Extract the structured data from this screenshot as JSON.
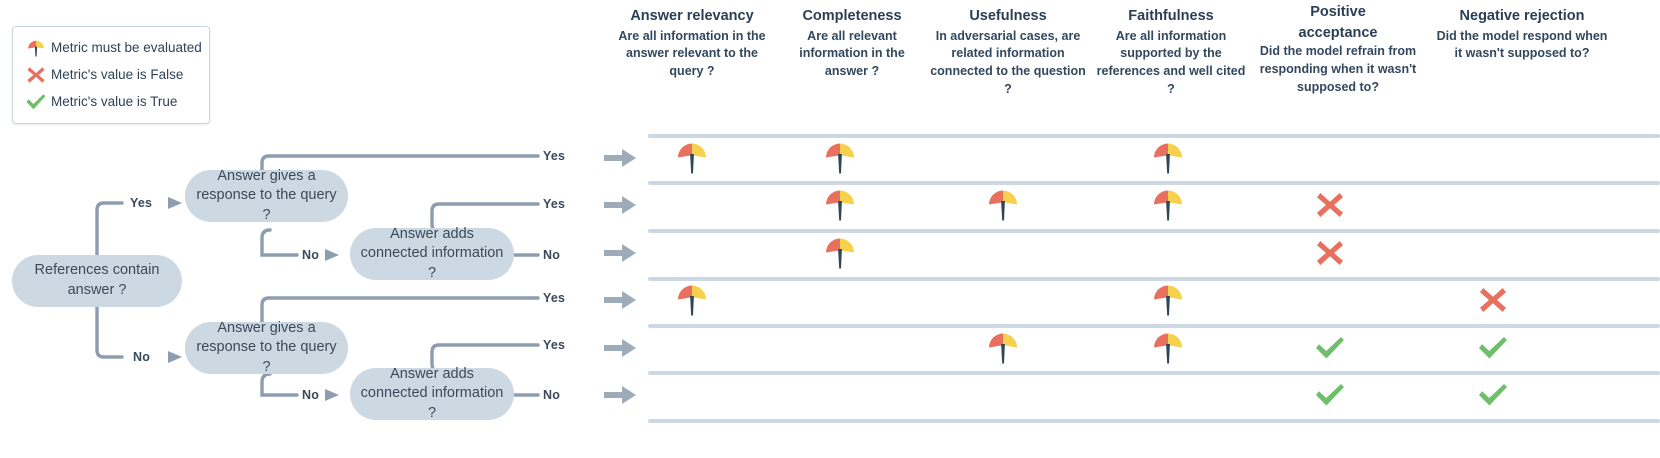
{
  "legend": {
    "items": [
      {
        "icon": "gauge-icon",
        "label": "Metric must be evaluated"
      },
      {
        "icon": "cross-icon",
        "label": "Metric's value is False"
      },
      {
        "icon": "check-icon",
        "label": "Metric's value is True"
      }
    ]
  },
  "colors": {
    "node_fill": "#ccd8e2",
    "connector": "#8d9dae",
    "separator": "#ccd9e4",
    "text_dark": "#2a3f55",
    "gauge_red": "#e8705f",
    "gauge_yellow": "#f5d14e",
    "gauge_needle": "#2d4757",
    "cross_red": "#e8705f",
    "check_green": "#6fbf6a"
  },
  "flowchart": {
    "nodes": [
      {
        "id": "root",
        "label": "References contain answer ?"
      },
      {
        "id": "t-resp",
        "label": "Answer gives a response to the query ?"
      },
      {
        "id": "t-add",
        "label": "Answer adds connected information ?"
      },
      {
        "id": "b-resp",
        "label": "Answer gives a response to the query ?"
      },
      {
        "id": "b-add",
        "label": "Answer adds connected information ?"
      }
    ],
    "edge_labels": {
      "root_yes": "Yes",
      "root_no": "No",
      "t_resp_yes": "Yes",
      "t_resp_no": "No",
      "t_add_yes": "Yes",
      "t_add_no": "No",
      "b_resp_yes": "Yes",
      "b_resp_no": "No",
      "b_add_yes": "Yes",
      "b_add_no": "No"
    }
  },
  "matrix": {
    "columns": [
      {
        "title": "Answer relevancy",
        "subtitle": "Are all information in the answer relevant to the query ?"
      },
      {
        "title": "Completeness",
        "subtitle": "Are all relevant information in the answer ?"
      },
      {
        "title": "Usefulness",
        "subtitle": "In adversarial cases, are related information connected to the question ?"
      },
      {
        "title": "Faithfulness",
        "subtitle": "Are all information supported by the references and well cited ?"
      },
      {
        "title": "Positive acceptance",
        "subtitle": "Did the model refrain from responding when it wasn't supposed to?"
      },
      {
        "title": "Negative rejection",
        "subtitle": "Did the model respond when it wasn't supposed to?"
      }
    ],
    "rows": [
      {
        "cells": [
          "gauge",
          "gauge",
          "",
          "gauge",
          "",
          ""
        ]
      },
      {
        "cells": [
          "",
          "gauge",
          "gauge",
          "gauge",
          "cross",
          ""
        ]
      },
      {
        "cells": [
          "",
          "gauge",
          "",
          "",
          "cross",
          ""
        ]
      },
      {
        "cells": [
          "gauge",
          "",
          "",
          "gauge",
          "",
          "cross"
        ]
      },
      {
        "cells": [
          "",
          "",
          "gauge",
          "gauge",
          "check",
          "check"
        ]
      },
      {
        "cells": [
          "",
          "",
          "",
          "",
          "check",
          "check"
        ]
      }
    ]
  }
}
